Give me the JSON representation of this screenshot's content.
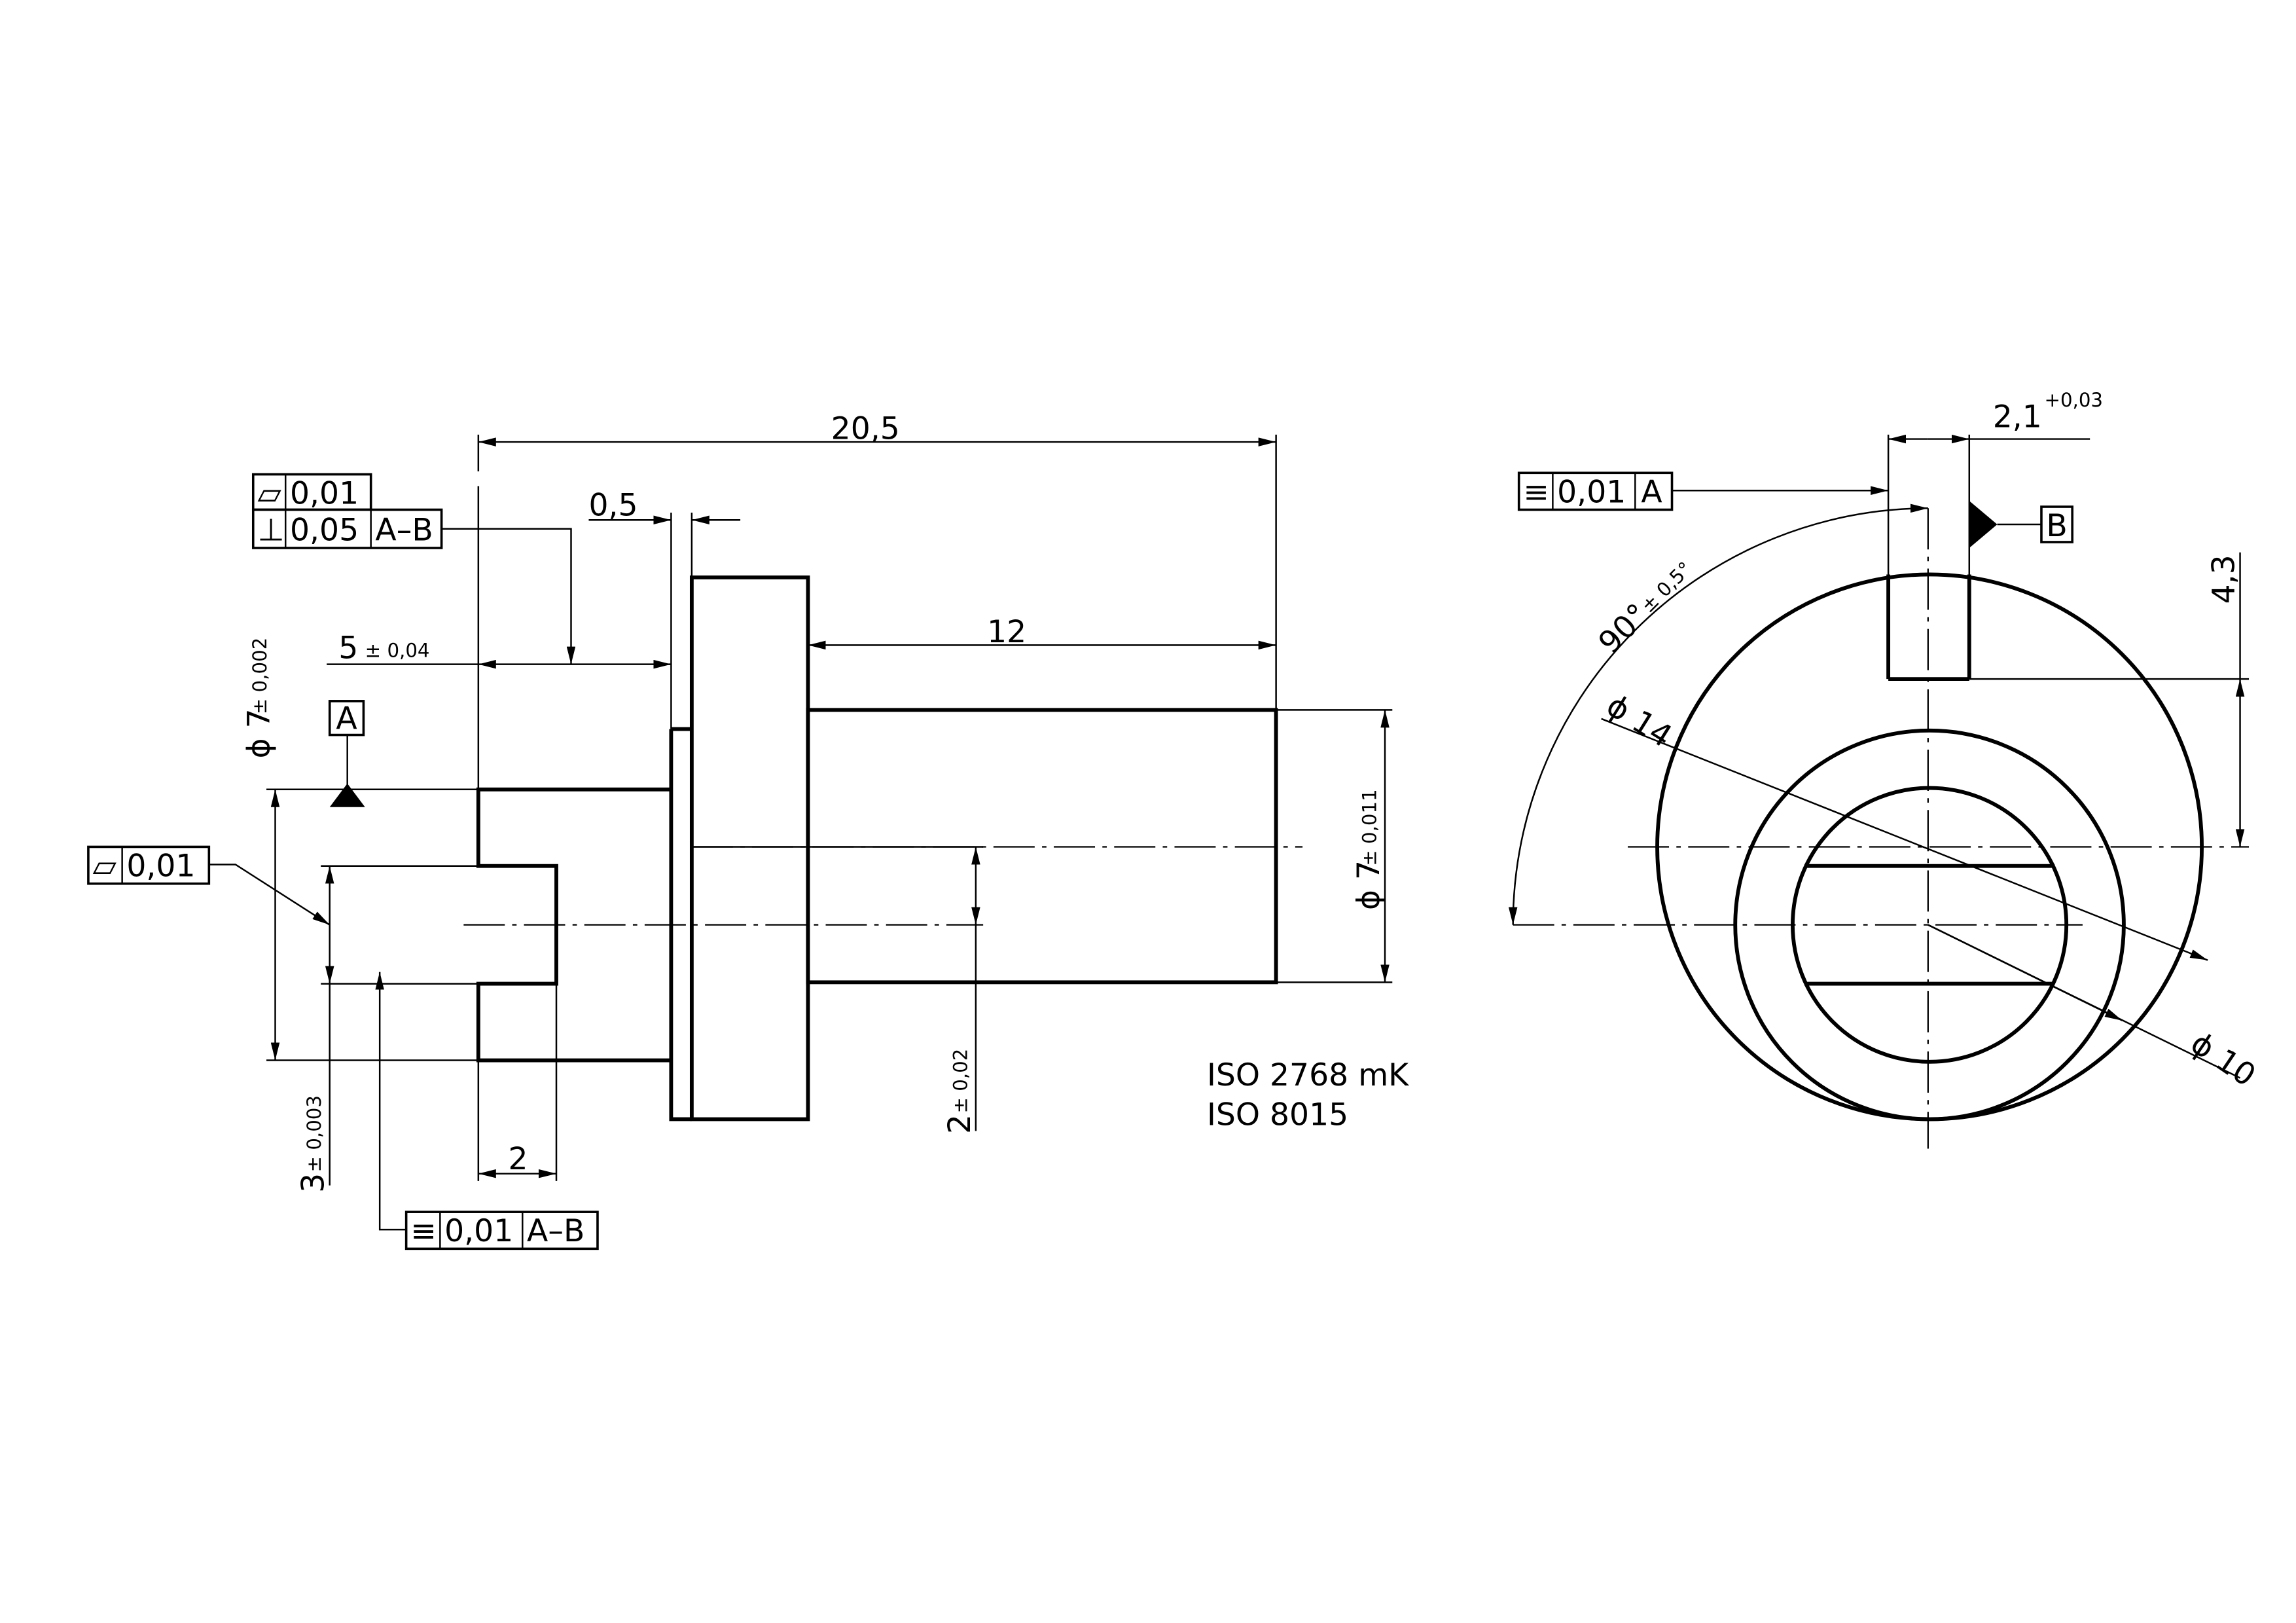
{
  "drawing": {
    "dimensions": {
      "overall_length": "20,5",
      "shaft_length": "12",
      "flange_step": "0,5",
      "slot_depth_nominal": "5",
      "slot_depth_tol": "± 0,04",
      "left_diameter": "ϕ 7",
      "left_diameter_tol": "± 0,002",
      "right_diameter": "ϕ 7",
      "right_diameter_tol": "± 0,011",
      "slot_width": "3",
      "slot_width_tol": "± 0,003",
      "slot_length": "2",
      "offset": "2",
      "offset_tol": "± 0,02",
      "key_width": "2,1",
      "key_width_tol": "+0,03",
      "key_height": "4,3",
      "angle": "90°",
      "angle_tol": "± 0,5°",
      "outer_diameter": "ϕ 14",
      "inner_diameter": "ϕ 10"
    },
    "gdt": {
      "flatness_top": {
        "symbol": "▱",
        "value": "0,01"
      },
      "perpendicularity": {
        "symbol": "⊥",
        "value": "0,05",
        "datum": "A–B"
      },
      "flatness_slot": {
        "symbol": "▱",
        "value": "0,01"
      },
      "symmetry_slot": {
        "symbol": "≡",
        "value": "0,01",
        "datum": "A–B"
      },
      "symmetry_key": {
        "symbol": "≡",
        "value": "0,01",
        "datum": "A"
      }
    },
    "datums": {
      "a": "A",
      "b": "B"
    },
    "notes": [
      "ISO 2768  mK",
      "ISO 8015"
    ]
  }
}
